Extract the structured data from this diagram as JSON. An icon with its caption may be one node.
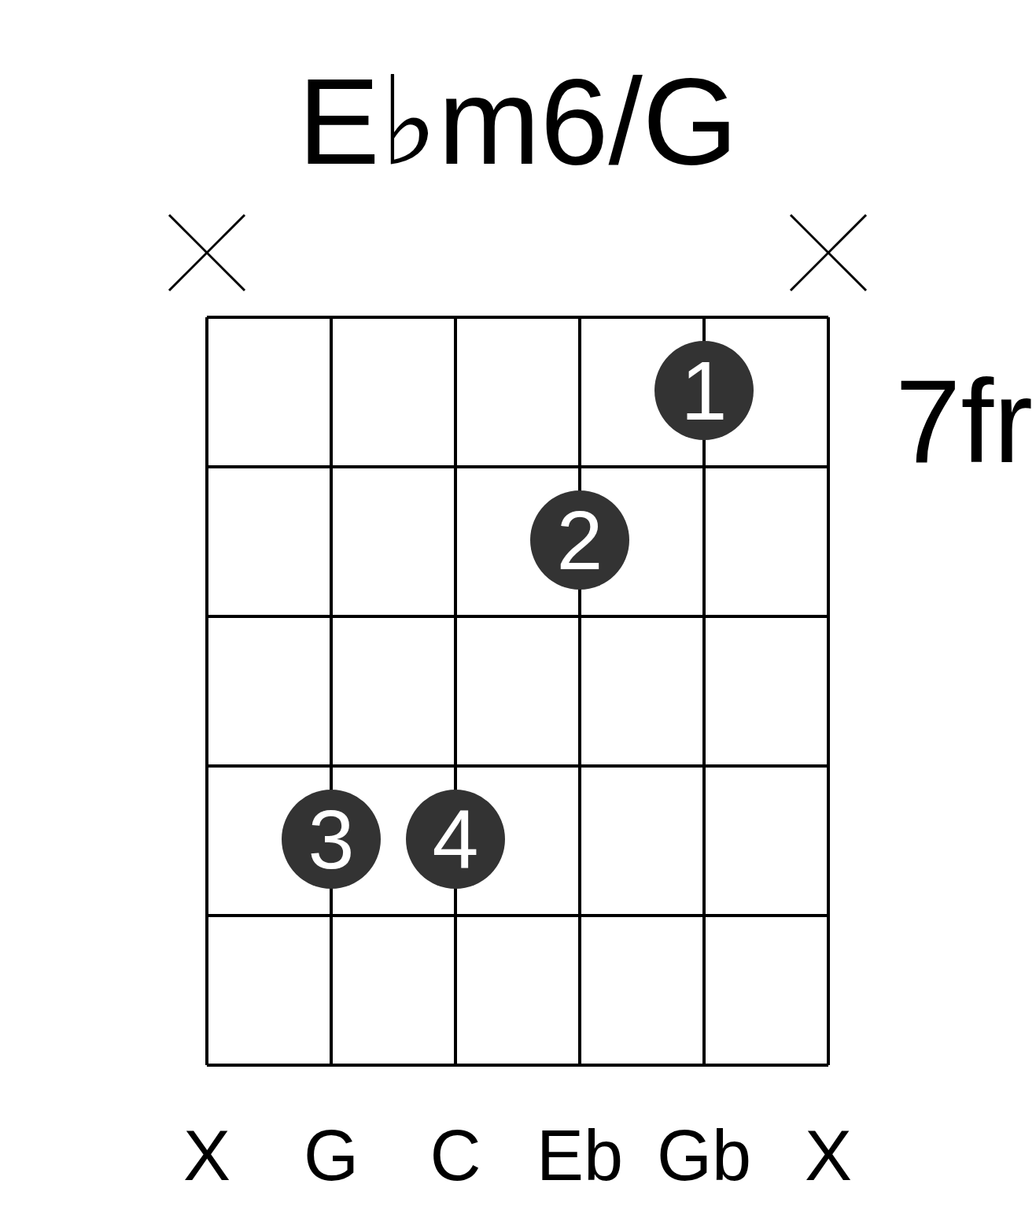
{
  "diagram": {
    "title": "E♭m6/G",
    "nodes": [
      {
        "text": [
          "1"
        ]
      },
      {
        "text": [
          "2"
        ]
      },
      {
        "text": [
          "3"
        ]
      },
      {
        "text": [
          "4"
        ]
      }
    ],
    "labels": [
      "7fr",
      "X",
      "G",
      "C",
      "Eb",
      "Gb",
      "X"
    ]
  }
}
